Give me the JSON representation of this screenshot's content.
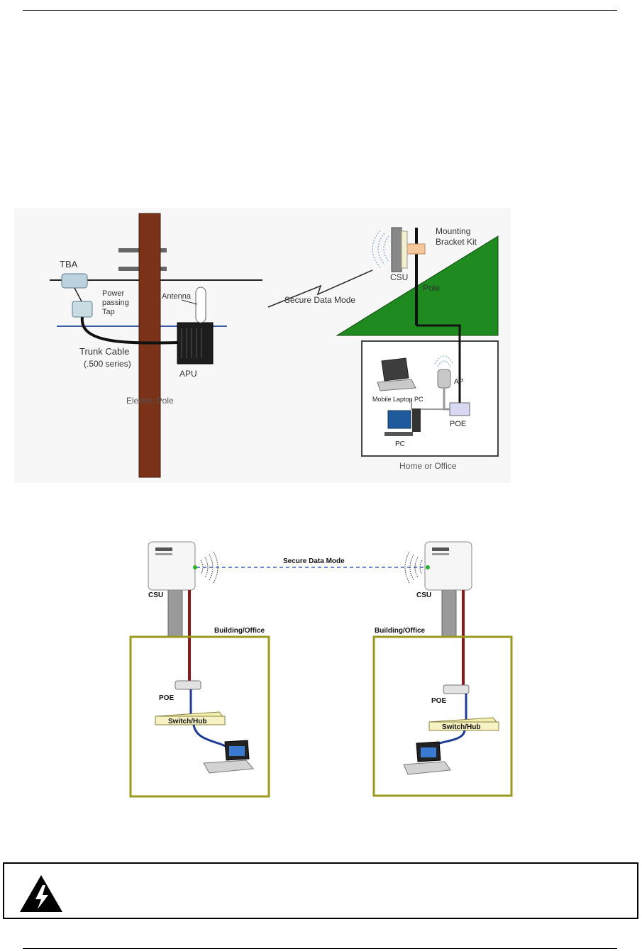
{
  "figure1": {
    "left": {
      "tba": "TBA",
      "tap_line1": "Power",
      "tap_line2": "passing",
      "tap_line3": "Tap",
      "antenna": "Antenna",
      "trunk_line1": "Trunk Cable",
      "trunk_line2": "(.500 series)",
      "apu": "APU",
      "caption": "Electric Pole"
    },
    "link": "Secure Data Mode",
    "right": {
      "bracket_line1": "Mounting",
      "bracket_line2": "Bracket Kit",
      "csu": "CSU",
      "pole": "Pole",
      "laptop": "Mobile Laptop PC",
      "ap": "AP",
      "poe": "POE",
      "pc": "PC",
      "caption": "Home or Office"
    }
  },
  "figure2": {
    "link": "Secure Data Mode",
    "left": {
      "csu": "CSU",
      "building": "Building/Office",
      "poe": "POE",
      "switch": "Switch/Hub"
    },
    "right": {
      "csu": "CSU",
      "building": "Building/Office",
      "poe": "POE",
      "switch": "Switch/Hub"
    },
    "colors": {
      "frame": "#9a9a1e",
      "power_cable": "#8b1a1a",
      "data_cable": "#1e3c96",
      "link": "#3a64c8"
    }
  }
}
